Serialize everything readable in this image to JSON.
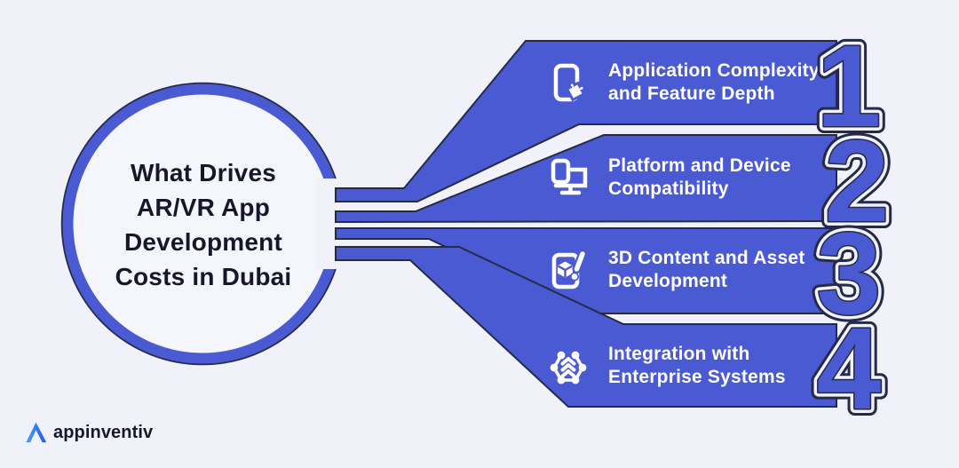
{
  "title": {
    "text": "What Drives\nAR/VR App\nDevelopment\nCosts in Dubai"
  },
  "items": [
    {
      "number": "1",
      "label": "Application Complexity\nand Feature Depth",
      "icon": "phone-puzzle-icon"
    },
    {
      "number": "2",
      "label": "Platform and Device\nCompatibility",
      "icon": "phone-monitor-icon"
    },
    {
      "number": "3",
      "label": "3D Content and Asset\nDevelopment",
      "icon": "tablet-3d-cube-brush-icon"
    },
    {
      "number": "4",
      "label": "Integration with\nEnterprise Systems",
      "icon": "integration-network-gear-icon"
    }
  ],
  "logo": {
    "text": "appinventiv"
  },
  "colors": {
    "background": "#f1f2f9",
    "accent_blue": "#4a5ad2",
    "dark_outline": "#252a47",
    "banner_text": "#ffffff",
    "title_text": "#15172b",
    "logo_blue": "#2f6bf5"
  }
}
